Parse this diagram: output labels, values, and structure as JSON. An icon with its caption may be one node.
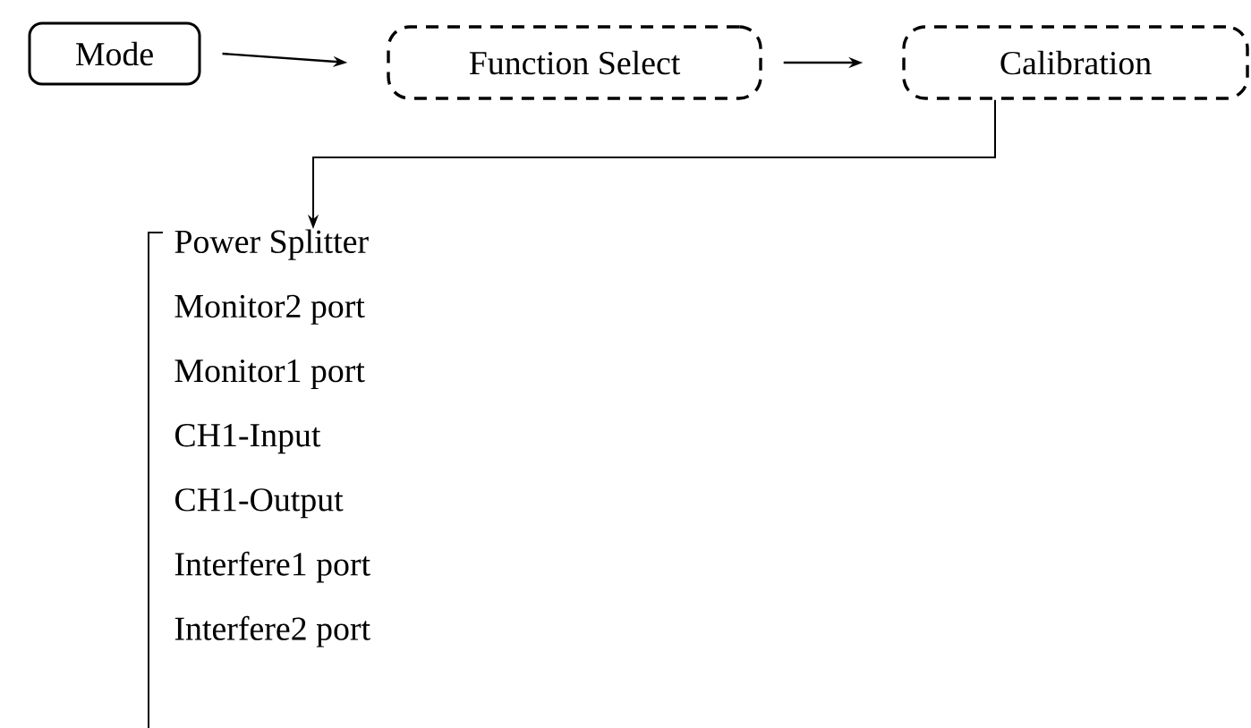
{
  "diagram": {
    "nodes": [
      {
        "text": [
          "Mode"
        ]
      },
      {
        "text": [
          "Function Select"
        ]
      },
      {
        "text": [
          "Calibration"
        ]
      },
      {
        "text": [
          "Power Splitter",
          "Monitor2 port",
          "Monitor1 port",
          "CH1-Input",
          "CH1-Output",
          "Interfere1 port",
          "Interfere2 port"
        ]
      }
    ],
    "edges": [
      {
        "from": 0,
        "to": 1,
        "arrow": "to"
      },
      {
        "from": 1,
        "to": 2,
        "arrow": "to"
      },
      {
        "from": 2,
        "to": 3,
        "arrow": "to"
      }
    ]
  }
}
